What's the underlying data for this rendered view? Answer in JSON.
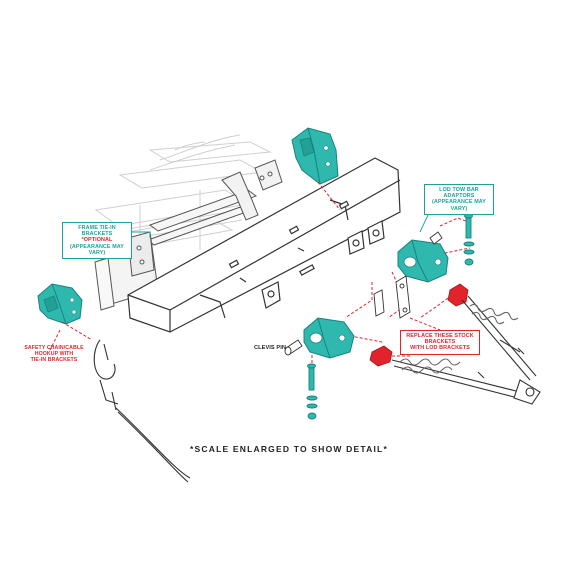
{
  "colors": {
    "teal": "#2fb8ae",
    "teal_dark": "#15847d",
    "red": "#e3232c",
    "line": "#333333",
    "ghost": "#c8c8c8"
  },
  "labels": {
    "frame_brackets": {
      "line1": "FRAME TIE-IN",
      "line2_prefix": "BRACKETS ",
      "line2_emphasis": "*OPTIONAL",
      "line3": "(APPEARANCE MAY VARY)"
    },
    "lod_adaptors": {
      "line1": "LOD TOW BAR ADAPTORS",
      "line2": "(APPEARANCE MAY VARY)"
    },
    "replace_stock": {
      "line1": "REPLACE THESE STOCK",
      "line2": "BRACKETS",
      "line3": "WITH LOD BRACKETS"
    },
    "clevis_pin": "CLEVIS PIN",
    "safety_hookup": {
      "line1": "SAFETY CHAIN/CABLE",
      "line2": "HOOKUP WITH",
      "line3": "TIE-IN BRACKETS"
    },
    "scale_note": "*SCALE ENLARGED TO SHOW DETAIL*"
  },
  "icons": {
    "frame_bracket_top": "frame-tie-in-bracket-icon",
    "frame_bracket_left": "frame-tie-in-bracket-icon",
    "adaptor_right": "tow-bar-adaptor-icon",
    "adaptor_left": "tow-bar-adaptor-icon",
    "stock_bracket": "stock-bracket-icon",
    "tow_bar": "tow-bar-icon",
    "safety_cable": "safety-cable-hook-icon",
    "bumper": "bumper-icon"
  }
}
